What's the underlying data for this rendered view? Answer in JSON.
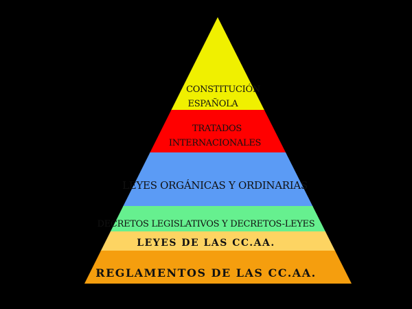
{
  "diagram": {
    "type": "pyramid",
    "levels": [
      {
        "lines": [
          "CONSTITUCIÓN",
          "ESPAÑOLA"
        ],
        "color": "#f0f000"
      },
      {
        "lines": [
          "TRATADOS",
          "INTERNACIONALES"
        ],
        "color": "#ff0000"
      },
      {
        "lines": [
          "LEYES ORGÁNICAS Y ORDINARIAS"
        ],
        "color": "#5b9bf5"
      },
      {
        "lines": [
          "DECRETOS LEGISLATIVOS Y DECRETOS-LEYES"
        ],
        "color": "#66f08f"
      },
      {
        "lines": [
          "LEYES DE LAS CC.AA."
        ],
        "color": "#fdd462"
      },
      {
        "lines": [
          "REGLAMENTOS DE LAS CC.AA."
        ],
        "color": "#f59e0e"
      }
    ]
  }
}
